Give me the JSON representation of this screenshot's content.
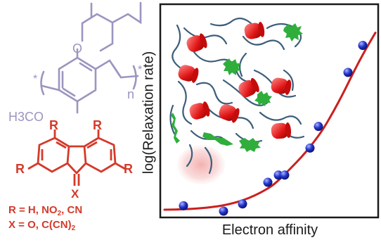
{
  "molecules": {
    "polymer": {
      "methoxy": "H3CO",
      "oxygen": "O",
      "repeat": "n",
      "end_mark": "*",
      "polymer_color": "#9a96c0"
    },
    "acceptor": {
      "substituent": "R",
      "bridge": "X",
      "r_definition": "R = H, NO",
      "r_sub": "2",
      "r_tail": ", CN",
      "x_definition": "X = O, C(CN)",
      "x_sub": "2",
      "acceptor_color": "#d43a2a"
    }
  },
  "chart_data": {
    "type": "scatter",
    "xlabel": "Electron affinity",
    "ylabel": "log(Relaxation rate)",
    "xlim": [
      0,
      10
    ],
    "ylim": [
      0,
      10
    ],
    "grid": false,
    "legend": "none",
    "colors": {
      "points": "#2233cc",
      "fit": "#cc1f1f"
    },
    "points": [
      {
        "x": 0.9,
        "y": 0.3
      },
      {
        "x": 2.8,
        "y": 0.0
      },
      {
        "x": 3.7,
        "y": 0.4
      },
      {
        "x": 4.9,
        "y": 1.6
      },
      {
        "x": 5.4,
        "y": 2.0
      },
      {
        "x": 5.7,
        "y": 2.0
      },
      {
        "x": 6.9,
        "y": 3.5
      },
      {
        "x": 7.3,
        "y": 4.7
      },
      {
        "x": 8.7,
        "y": 7.7
      },
      {
        "x": 9.4,
        "y": 9.2
      }
    ],
    "fit": {
      "type": "exponential",
      "x": [
        0.0,
        1.0,
        2.0,
        3.0,
        4.0,
        5.0,
        5.5,
        6.0,
        6.5,
        7.0,
        7.5,
        8.0,
        8.5,
        9.0,
        9.5,
        10.0
      ],
      "y": [
        0.08,
        0.1,
        0.18,
        0.35,
        0.7,
        1.3,
        1.8,
        2.4,
        3.0,
        3.7,
        4.5,
        5.5,
        6.6,
        7.8,
        8.9,
        9.9
      ]
    }
  }
}
